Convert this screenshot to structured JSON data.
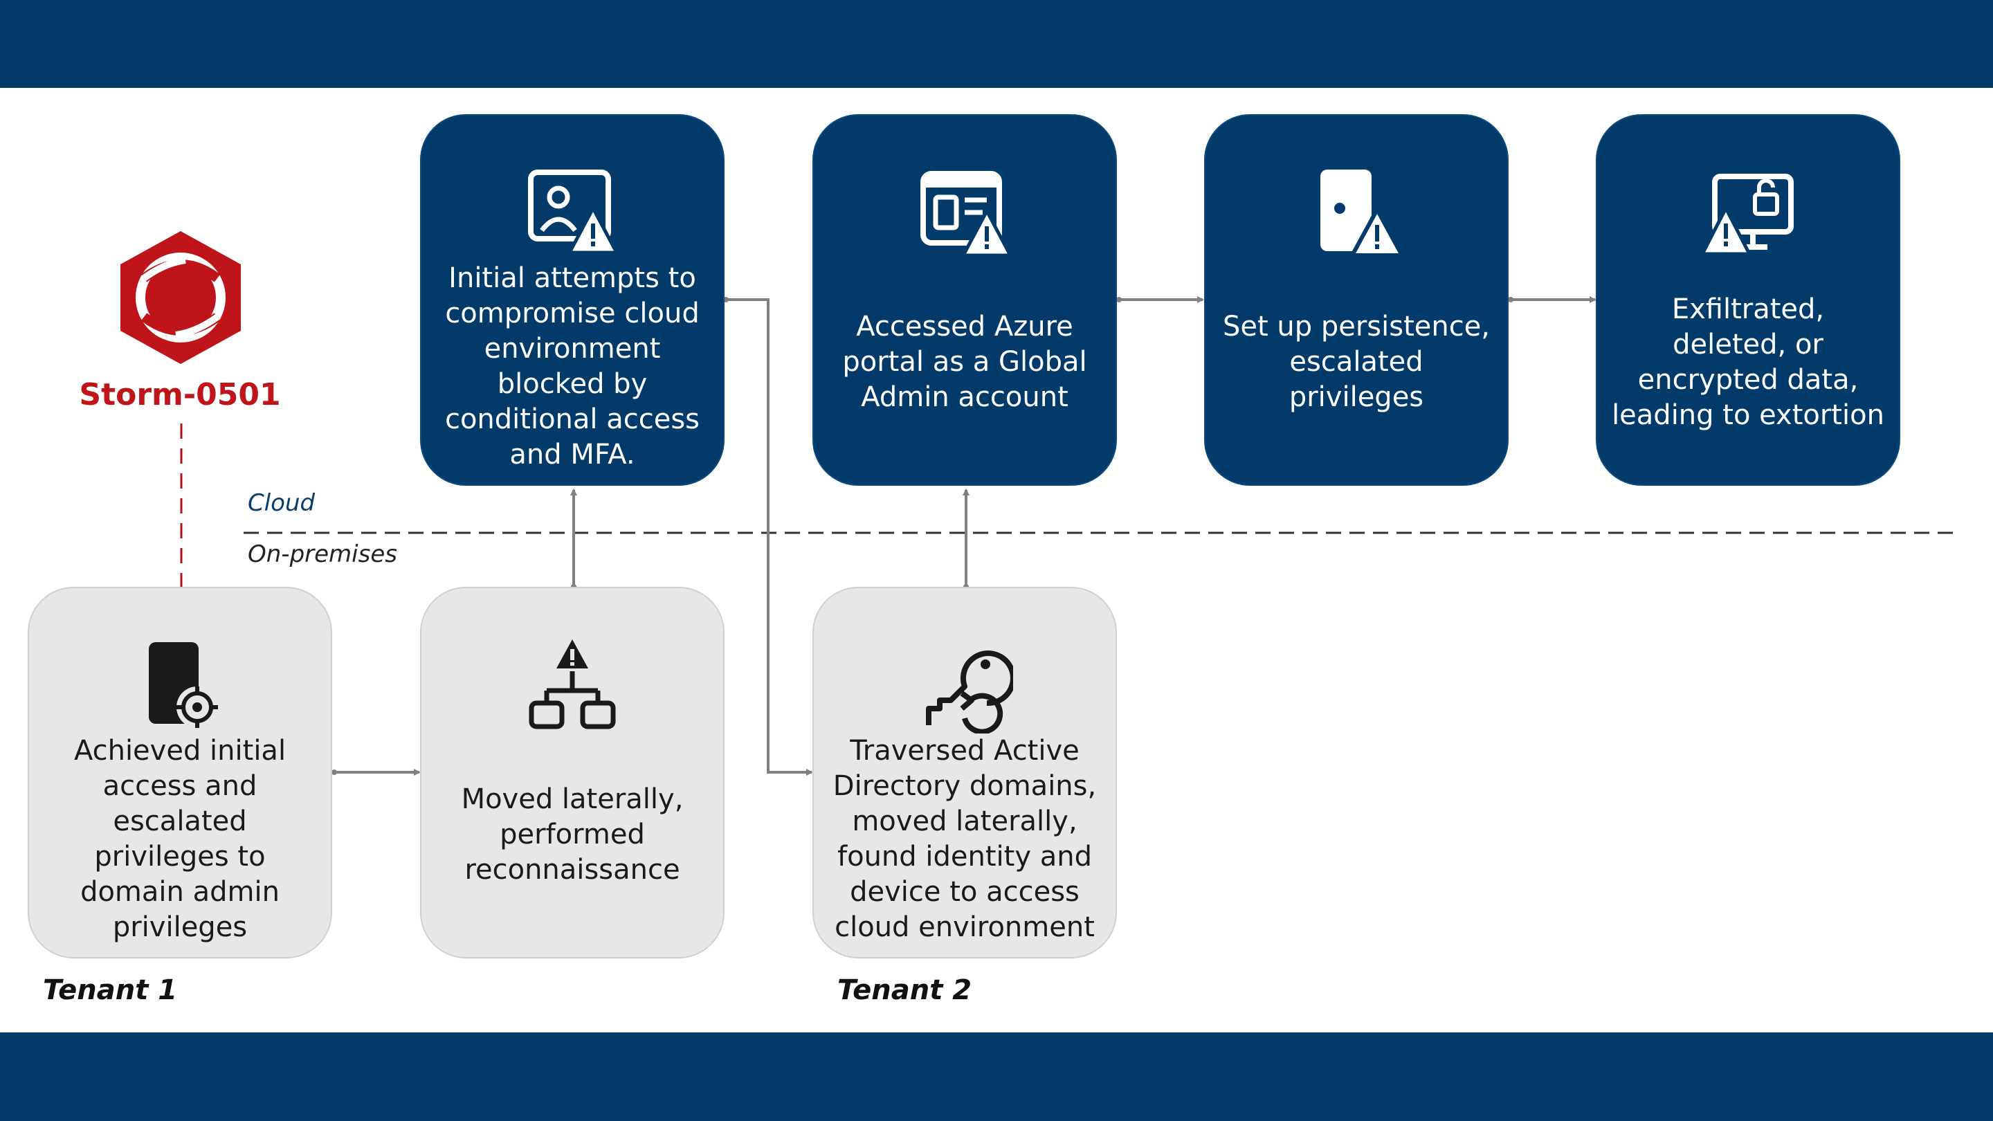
{
  "actor": {
    "name": "Storm-0501",
    "color": "#c0141b"
  },
  "zones": {
    "cloud": "Cloud",
    "on_premises": "On-premises"
  },
  "tenants": [
    "Tenant 1",
    "Tenant 2"
  ],
  "steps": [
    {
      "id": "initial-access",
      "zone": "on-premises",
      "icon": "document-target-icon",
      "text": "Achieved initial access and escalated privileges to domain admin privileges"
    },
    {
      "id": "lateral-movement",
      "zone": "on-premises",
      "icon": "network-warning-icon",
      "text": "Moved laterally, performed reconnaissance"
    },
    {
      "id": "cloud-blocked",
      "zone": "cloud",
      "icon": "user-card-warning-icon",
      "text": "Initial attempts to compromise cloud environment blocked by conditional access and MFA."
    },
    {
      "id": "traverse-ad",
      "zone": "on-premises",
      "icon": "key-return-icon",
      "text": "Traversed Active Directory domains, moved laterally, found identity and device to access cloud environment"
    },
    {
      "id": "azure-portal",
      "zone": "cloud",
      "icon": "portal-window-warning-icon",
      "text": "Accessed Azure portal as a Global Admin account"
    },
    {
      "id": "persistence",
      "zone": "cloud",
      "icon": "card-warning-icon",
      "text": "Set up persistence, escalated privileges"
    },
    {
      "id": "exfiltration",
      "zone": "cloud",
      "icon": "monitor-lock-warning-icon",
      "text": "Exfiltrated, deleted, or encrypted data, leading to extortion"
    }
  ],
  "colors": {
    "navy": "#023a69",
    "gray_box": "#e7e7e7",
    "connector": "#808080"
  }
}
